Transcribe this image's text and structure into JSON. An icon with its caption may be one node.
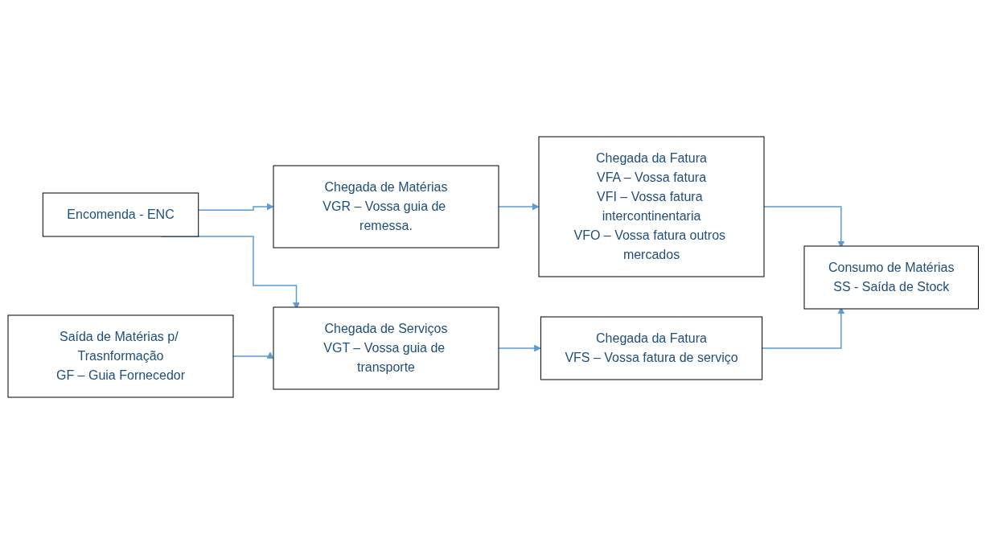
{
  "diagram": {
    "nodes": [
      {
        "text": [
          "Encomenda - ENC"
        ]
      },
      {
        "text": [
          "Chegada de Matérias",
          "VGR – Vossa guia de remessa."
        ]
      },
      {
        "text": [
          "Chegada da Fatura",
          "VFA – Vossa fatura",
          "VFI – Vossa fatura intercontinentaria",
          "VFO – Vossa fatura outros mercados"
        ]
      },
      {
        "text": [
          "Chegada de Serviços",
          "VGT – Vossa guia de transporte"
        ]
      },
      {
        "text": [
          "Chegada da Fatura",
          "VFS – Vossa fatura de serviço"
        ]
      },
      {
        "text": [
          "Consumo de Matérias",
          "SS - Saída de Stock"
        ]
      },
      {
        "text": [
          "Saída de Matérias p/ Trasnformação",
          "GF – Guia Fornecedor"
        ]
      }
    ],
    "edges": [
      {
        "from": 0,
        "to": 1,
        "arrow": "to"
      },
      {
        "from": 1,
        "to": 2,
        "arrow": "to"
      },
      {
        "from": 0,
        "to": 3,
        "arrow": "to"
      },
      {
        "from": 3,
        "to": 4,
        "arrow": "to"
      },
      {
        "from": 6,
        "to": 3,
        "arrow": "to"
      },
      {
        "from": 2,
        "to": 5,
        "arrow": "to"
      },
      {
        "from": 4,
        "to": 5,
        "arrow": "to"
      }
    ]
  }
}
